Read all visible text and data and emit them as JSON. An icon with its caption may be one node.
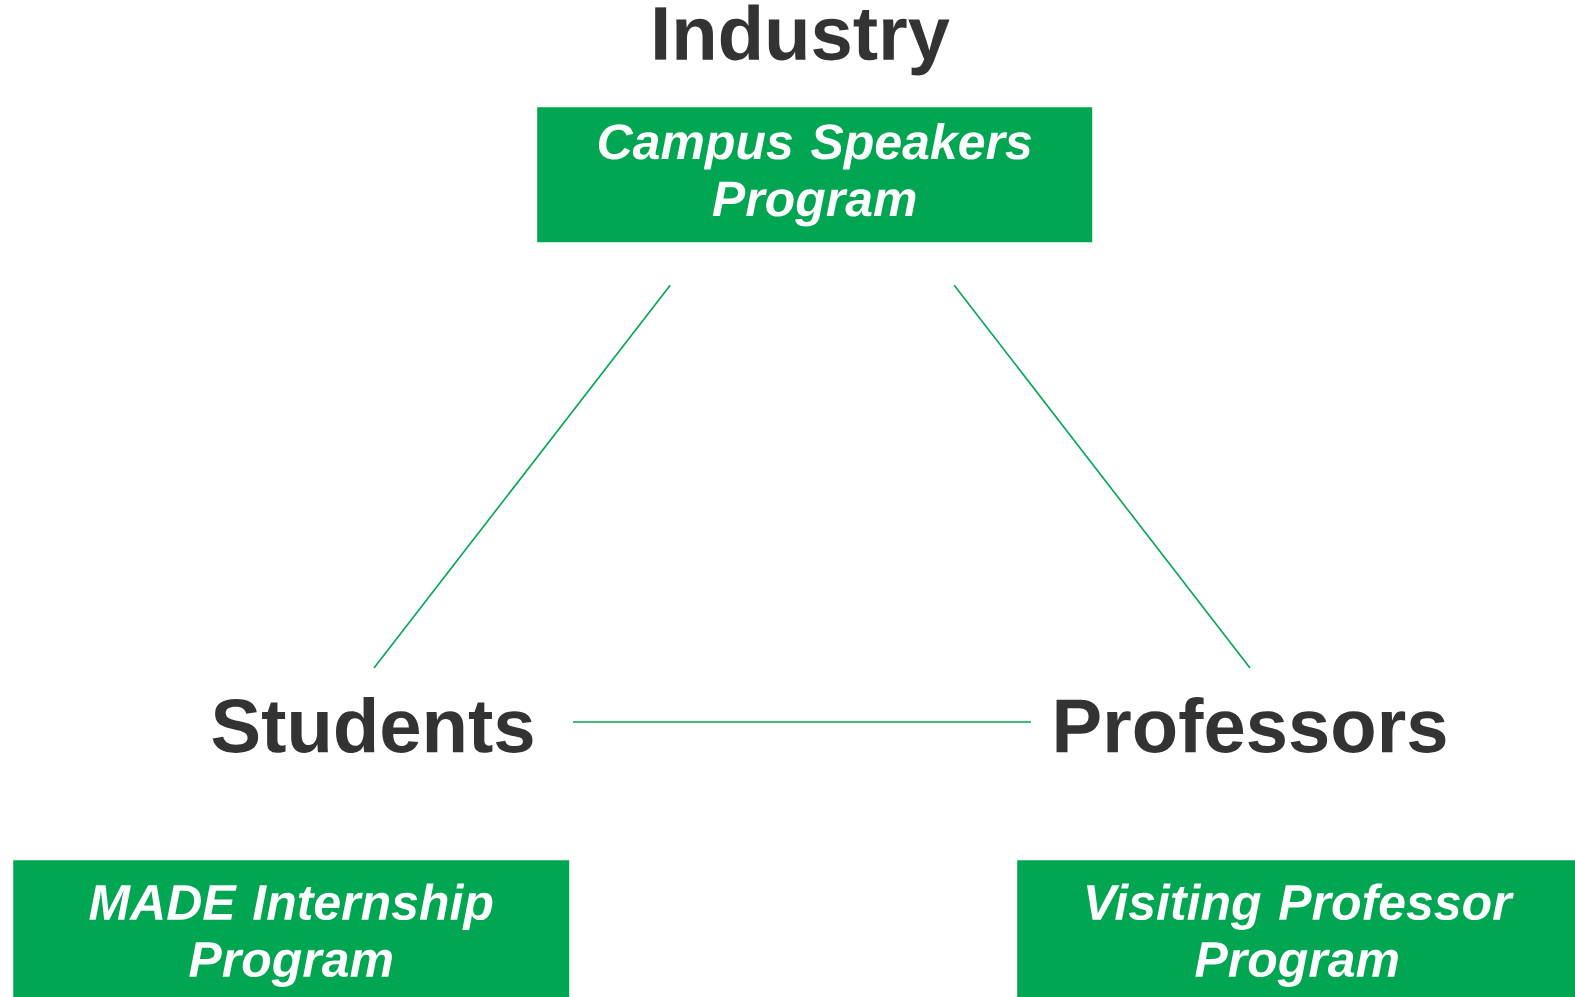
{
  "diagram": {
    "nodes": [
      {
        "text": [
          "Industry"
        ]
      },
      {
        "text": [
          "Campus Speakers Program"
        ]
      },
      {
        "text": [
          "Students"
        ]
      },
      {
        "text": [
          "Professors"
        ]
      },
      {
        "text": [
          "MADE Internship Program"
        ]
      },
      {
        "text": [
          "Visiting Professor Program"
        ]
      }
    ],
    "edges": [
      {
        "from": 1,
        "to": 2,
        "arrow": "none",
        "color": "#00a651"
      },
      {
        "from": 1,
        "to": 3,
        "arrow": "none",
        "color": "#00a651"
      },
      {
        "from": 2,
        "to": 3,
        "arrow": "none",
        "color": "#00a651"
      }
    ]
  }
}
